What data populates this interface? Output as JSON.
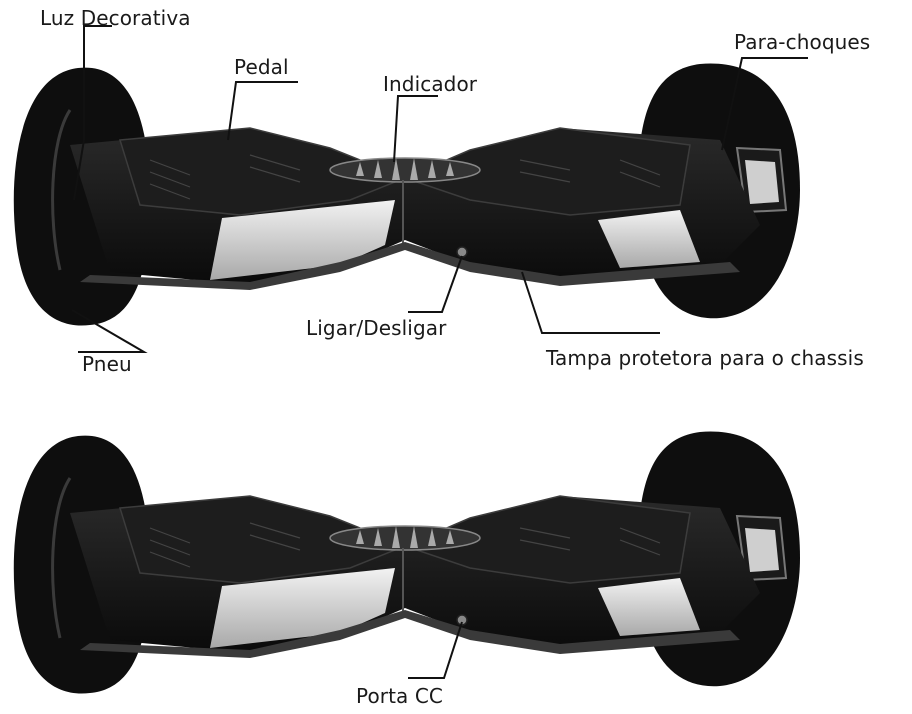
{
  "top_diagram": {
    "labels": {
      "luz_decorativa": "Luz Decorativa",
      "pedal": "Pedal",
      "indicador": "Indicador",
      "para_choques": "Para-choques",
      "ligar_desligar": "Ligar/Desligar",
      "pneu": "Pneu",
      "tampa_protetora": "Tampa protetora para o chassis"
    }
  },
  "bottom_diagram": {
    "labels": {
      "porta_cc": "Porta CC"
    }
  },
  "colors": {
    "body": "#1b1b1b",
    "tire": "#0e0e0e",
    "highlight": "#d9d9d9",
    "line": "#111111"
  }
}
